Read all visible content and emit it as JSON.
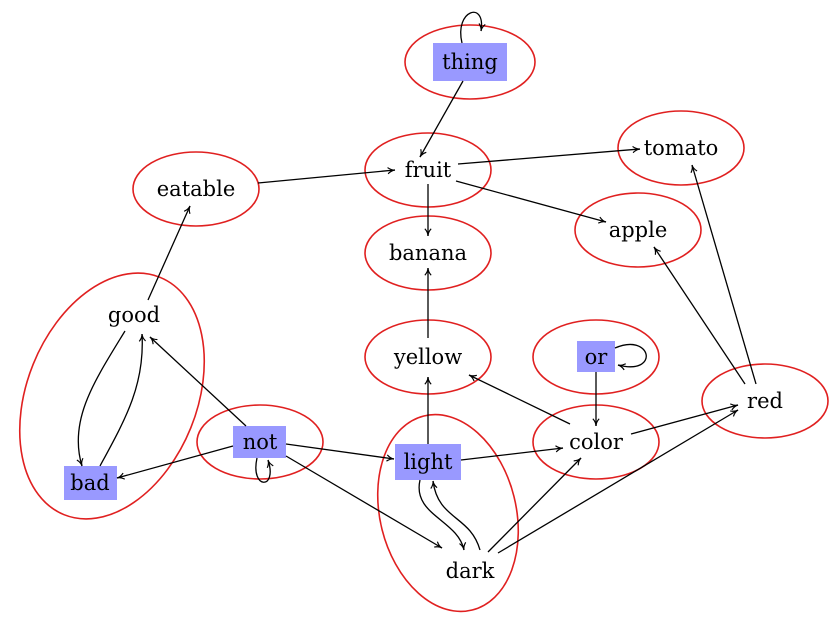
{
  "nodes": {
    "thing": "thing",
    "fruit": "fruit",
    "tomato": "tomato",
    "eatable": "eatable",
    "banana": "banana",
    "apple": "apple",
    "good": "good",
    "yellow": "yellow",
    "or": "or",
    "red": "red",
    "not": "not",
    "light": "light",
    "color": "color",
    "bad": "bad",
    "dark": "dark"
  },
  "highlighted_nodes": [
    "thing",
    "not",
    "light",
    "bad",
    "or"
  ],
  "edges": [
    {
      "from": "thing",
      "to": "thing"
    },
    {
      "from": "thing",
      "to": "fruit"
    },
    {
      "from": "fruit",
      "to": "tomato"
    },
    {
      "from": "eatable",
      "to": "fruit"
    },
    {
      "from": "fruit",
      "to": "banana"
    },
    {
      "from": "fruit",
      "to": "apple"
    },
    {
      "from": "good",
      "to": "eatable"
    },
    {
      "from": "yellow",
      "to": "banana"
    },
    {
      "from": "red",
      "to": "tomato"
    },
    {
      "from": "red",
      "to": "apple"
    },
    {
      "from": "or",
      "to": "or"
    },
    {
      "from": "or",
      "to": "color"
    },
    {
      "from": "color",
      "to": "yellow"
    },
    {
      "from": "color",
      "to": "red"
    },
    {
      "from": "good",
      "to": "bad"
    },
    {
      "from": "bad",
      "to": "good"
    },
    {
      "from": "not",
      "to": "good"
    },
    {
      "from": "not",
      "to": "bad"
    },
    {
      "from": "not",
      "to": "not"
    },
    {
      "from": "not",
      "to": "light"
    },
    {
      "from": "not",
      "to": "dark"
    },
    {
      "from": "light",
      "to": "yellow"
    },
    {
      "from": "light",
      "to": "color"
    },
    {
      "from": "light",
      "to": "dark"
    },
    {
      "from": "dark",
      "to": "light"
    },
    {
      "from": "dark",
      "to": "color"
    },
    {
      "from": "dark",
      "to": "red"
    }
  ],
  "colors": {
    "ellipse_stroke": "#e02020",
    "highlight_fill": "#9999ff",
    "edge": "#000000"
  }
}
